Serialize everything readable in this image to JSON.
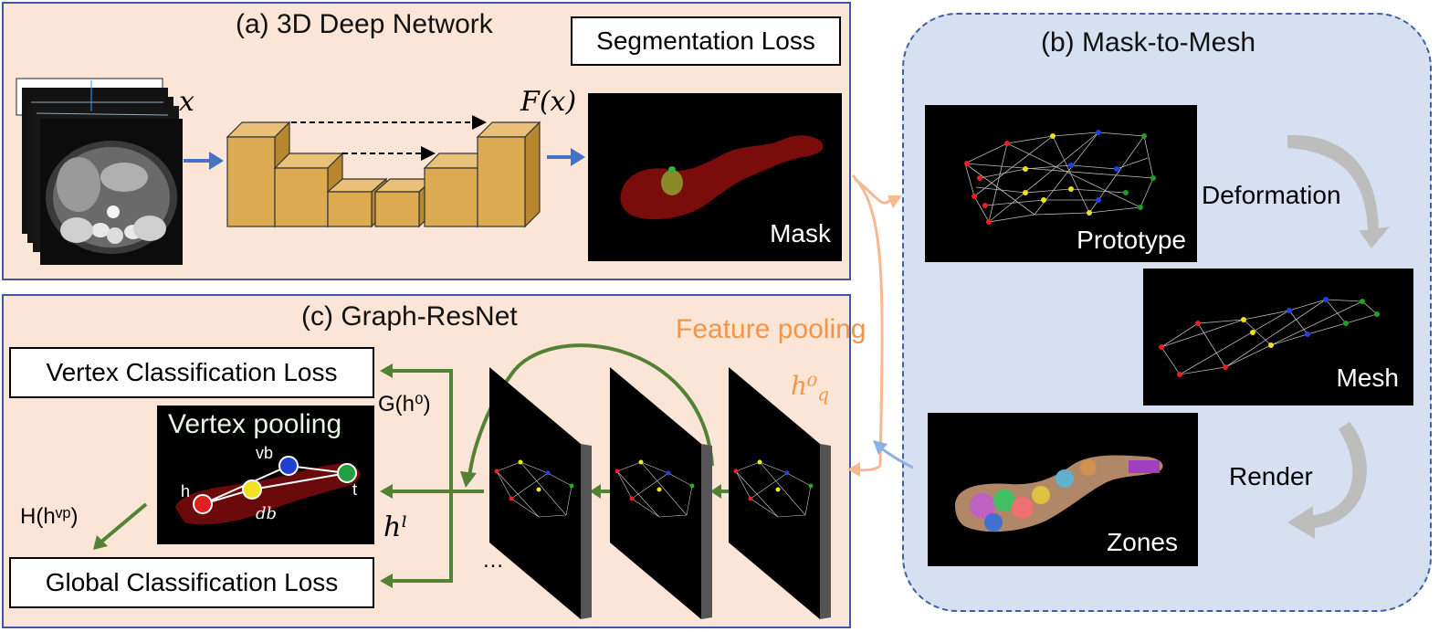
{
  "panel_a": {
    "title": "(a) 3D Deep Network",
    "segmentation_loss": "Segmentation Loss",
    "input_symbol": "x",
    "output_symbol": "F(x)",
    "mask_label": "Mask"
  },
  "panel_b": {
    "title": "(b) Mask-to-Mesh",
    "prototype_label": "Prototype",
    "deformation_label": "Deformation",
    "mesh_label": "Mesh",
    "render_label": "Render",
    "zones_label": "Zones"
  },
  "panel_c": {
    "title": "(c) Graph-ResNet",
    "vertex_loss": "Vertex Classification Loss",
    "global_loss": "Global Classification Loss",
    "vertex_pooling": "Vertex pooling",
    "g_func": "G(h⁰)",
    "h_func": "H(hᵛᵖ)",
    "h_l": "hˡ",
    "h_q0": "h⁰",
    "h_q0_sub": "q",
    "ellipsis": "…",
    "node_h": "h",
    "node_vb": "vb",
    "node_db": "db",
    "node_t": "t"
  },
  "feature_pooling": "Feature pooling",
  "colors": {
    "panel_fill": "#fbe5d6",
    "panel_border": "#41569e",
    "mesh_panel_fill": "#d6e0f1",
    "blue_arrow": "#4472c4",
    "green_arrow": "#548235",
    "orange": "#f0954a",
    "unet_block": "#dcaa50"
  }
}
